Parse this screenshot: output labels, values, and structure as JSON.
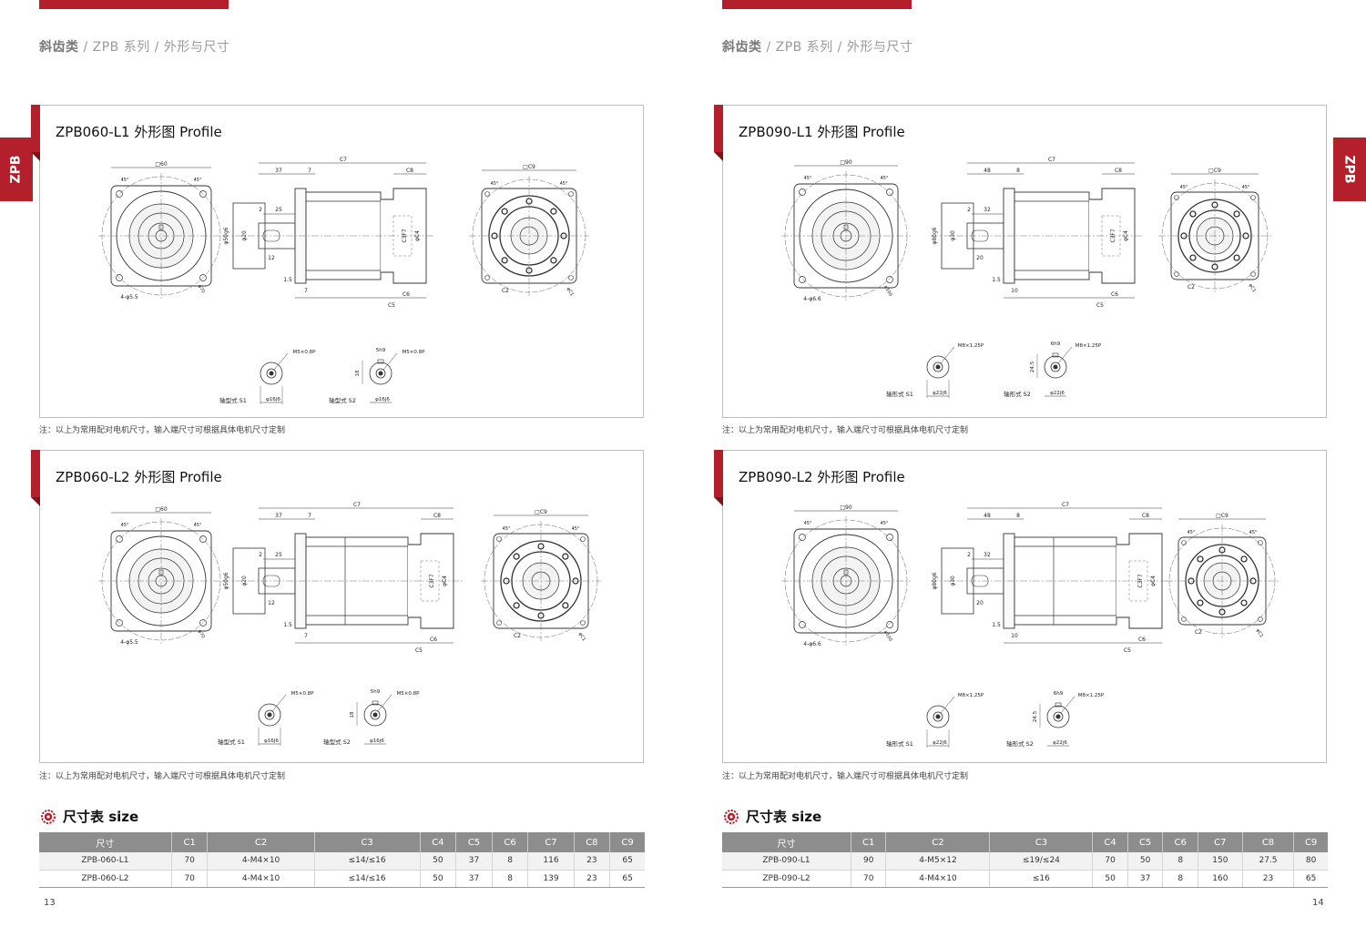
{
  "pages": [
    {
      "breadcrumb": {
        "bold": "斜齿类",
        "sep": " / ",
        "rest": "ZPB 系列 / 外形与尺寸"
      },
      "side_tab": "ZPB",
      "panels": [
        {
          "title": "ZPB060-L1 外形图 Profile",
          "labels": {
            "front_sq": "□60",
            "ang": "45°",
            "holes": "4-φ5.5",
            "pcd": "φ70",
            "d50": "φ50g6",
            "d20": "φ20",
            "len37": "37",
            "len7": "7",
            "len25": "25",
            "len2": "2",
            "len12": "12",
            "len15": "1.5",
            "len7b": "7",
            "c7": "C7",
            "c8": "C8",
            "c5": "C5",
            "c6": "C6",
            "c3": "C3F7",
            "c4": "φC4",
            "c9": "□C9",
            "c2": "C2",
            "c1": "φC1",
            "s1_thread": "M5×0.8P",
            "s1_dia": "φ16j6",
            "s1_label": "轴型式 S1",
            "s2_key": "5h9",
            "s2_thread": "M5×0.8P",
            "s2_h": "18",
            "s2_dia": "φ16j6",
            "s2_label": "轴型式 S2"
          }
        },
        {
          "title": "ZPB060-L2 外形图 Profile",
          "labels": {
            "front_sq": "□60",
            "ang": "45°",
            "holes": "4-φ5.5",
            "pcd": "φ70",
            "d50": "φ50g6",
            "d20": "φ20",
            "len37": "37",
            "len7": "7",
            "len25": "25",
            "len2": "2",
            "len12": "12",
            "len15": "1.5",
            "len7b": "7",
            "c7": "C7",
            "c8": "C8",
            "c5": "C5",
            "c6": "C6",
            "c3": "C3F7",
            "c4": "φC4",
            "c9": "□C9",
            "c2": "C2",
            "c1": "φC1",
            "s1_thread": "M5×0.8P",
            "s1_dia": "φ16j6",
            "s1_label": "轴型式 S1",
            "s2_key": "5h9",
            "s2_thread": "M5×0.8P",
            "s2_h": "18",
            "s2_dia": "φ16j6",
            "s2_label": "轴型式 S2"
          }
        }
      ],
      "note": "注：以上为常用配对电机尺寸，输入端尺寸可根据具体电机尺寸定制",
      "size_title": "尺寸表 size",
      "table": {
        "headers": [
          "尺寸",
          "C1",
          "C2",
          "C3",
          "C4",
          "C5",
          "C6",
          "C7",
          "C8",
          "C9"
        ],
        "rows": [
          [
            "ZPB-060-L1",
            "70",
            "4-M4×10",
            "≤14/≤16",
            "50",
            "37",
            "8",
            "116",
            "23",
            "65"
          ],
          [
            "ZPB-060-L2",
            "70",
            "4-M4×10",
            "≤14/≤16",
            "50",
            "37",
            "8",
            "139",
            "23",
            "65"
          ]
        ]
      },
      "page_number": "13"
    },
    {
      "breadcrumb": {
        "bold": "斜齿类",
        "sep": " / ",
        "rest": "ZPB 系列 / 外形与尺寸"
      },
      "side_tab": "ZPB",
      "panels": [
        {
          "title": "ZPB090-L1 外形图 Profile",
          "labels": {
            "front_sq": "□90",
            "ang": "45°",
            "holes": "4-φ6.6",
            "pcd": "φ100",
            "d50": "φ80g6",
            "d20": "φ30",
            "len37": "48",
            "len7": "8",
            "len25": "32",
            "len2": "2",
            "len12": "20",
            "len15": "1.5",
            "len7b": "10",
            "c7": "C7",
            "c8": "C8",
            "c5": "C5",
            "c6": "C6",
            "c3": "C3F7",
            "c4": "φC4",
            "c9": "□C9",
            "c2": "C2",
            "c1": "φC1",
            "s1_thread": "M8×1.25P",
            "s1_dia": "φ22j6",
            "s1_label": "轴形式 S1",
            "s2_key": "6h9",
            "s2_thread": "M8×1.25P",
            "s2_h": "24.5",
            "s2_dia": "φ22j6",
            "s2_label": "轴形式 S2"
          }
        },
        {
          "title": "ZPB090-L2 外形图 Profile",
          "labels": {
            "front_sq": "□90",
            "ang": "45°",
            "holes": "4-φ6.6",
            "pcd": "φ100",
            "d50": "φ80g6",
            "d20": "φ30",
            "len37": "48",
            "len7": "8",
            "len25": "32",
            "len2": "2",
            "len12": "20",
            "len15": "1.5",
            "len7b": "10",
            "c7": "C7",
            "c8": "C8",
            "c5": "C5",
            "c6": "C6",
            "c3": "C3F7",
            "c4": "φC4",
            "c9": "□C9",
            "c2": "C2",
            "c1": "φC1",
            "s1_thread": "M8×1.25P",
            "s1_dia": "φ22j6",
            "s1_label": "轴形式 S1",
            "s2_key": "6h9",
            "s2_thread": "M8×1.25P",
            "s2_h": "24.5",
            "s2_dia": "φ22j6",
            "s2_label": "轴形式 S2"
          }
        }
      ],
      "note": "注：以上为常用配对电机尺寸，输入端尺寸可根据具体电机尺寸定制",
      "size_title": "尺寸表 size",
      "table": {
        "headers": [
          "尺寸",
          "C1",
          "C2",
          "C3",
          "C4",
          "C5",
          "C6",
          "C7",
          "C8",
          "C9"
        ],
        "rows": [
          [
            "ZPB-090-L1",
            "90",
            "4-M5×12",
            "≤19/≤24",
            "70",
            "50",
            "8",
            "150",
            "27.5",
            "80"
          ],
          [
            "ZPB-090-L2",
            "70",
            "4-M4×10",
            "≤16",
            "50",
            "37",
            "8",
            "160",
            "23",
            "65"
          ]
        ]
      },
      "page_number": "14"
    }
  ]
}
